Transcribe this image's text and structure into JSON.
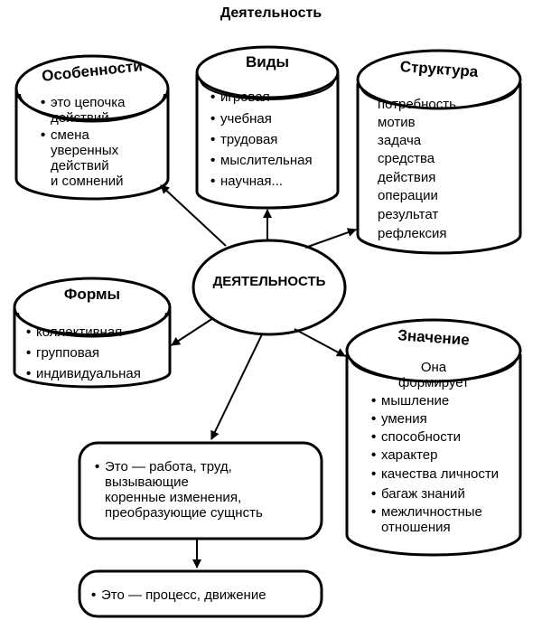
{
  "title": "Деятельность",
  "center": "ДЕЯТЕЛЬНОСТЬ",
  "features": {
    "label": "Особенности",
    "items": [
      "это цепочка\nдействий",
      "смена\nуверенных\nдействий\nи сомнений"
    ]
  },
  "kinds": {
    "label": "Виды",
    "items": [
      "игровая",
      "учебная",
      "трудовая",
      "мыслительная",
      "научная..."
    ]
  },
  "structure": {
    "label": "Структура",
    "items": [
      "потребность",
      "мотив",
      "задача",
      "средства",
      "действия",
      "операции",
      "результат",
      "рефлексия"
    ]
  },
  "forms": {
    "label": "Формы",
    "items": [
      "коллективная",
      "групповая",
      "индивидуальная"
    ]
  },
  "meaning": {
    "label": "Значение",
    "intro": "Она\nформирует",
    "items": [
      "мышление",
      "умения",
      "способности",
      "характер",
      "качества личности",
      "багаж знаний",
      "межличностные\nотношения"
    ]
  },
  "definition1": "Это — работа, труд,\nвызывающие\nкоренные изменения,\nпреобразующие сущнсть",
  "definition2": "Это — процесс, движение"
}
